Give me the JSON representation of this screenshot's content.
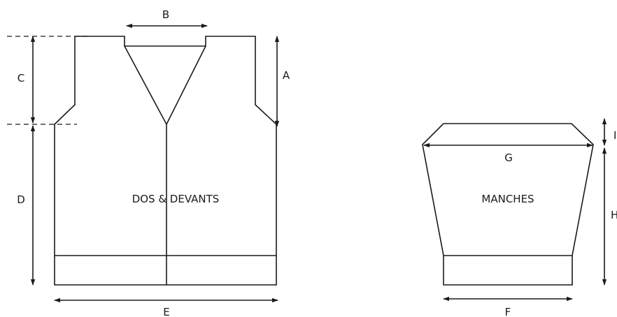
{
  "diagram": {
    "body_title": "DOS & DEVANTS",
    "sleeve_title": "MANCHES",
    "labels": {
      "A": "A",
      "B": "B",
      "C": "C",
      "D": "D",
      "E": "E",
      "F": "F",
      "G": "G",
      "H": "H",
      "I": "I"
    }
  }
}
